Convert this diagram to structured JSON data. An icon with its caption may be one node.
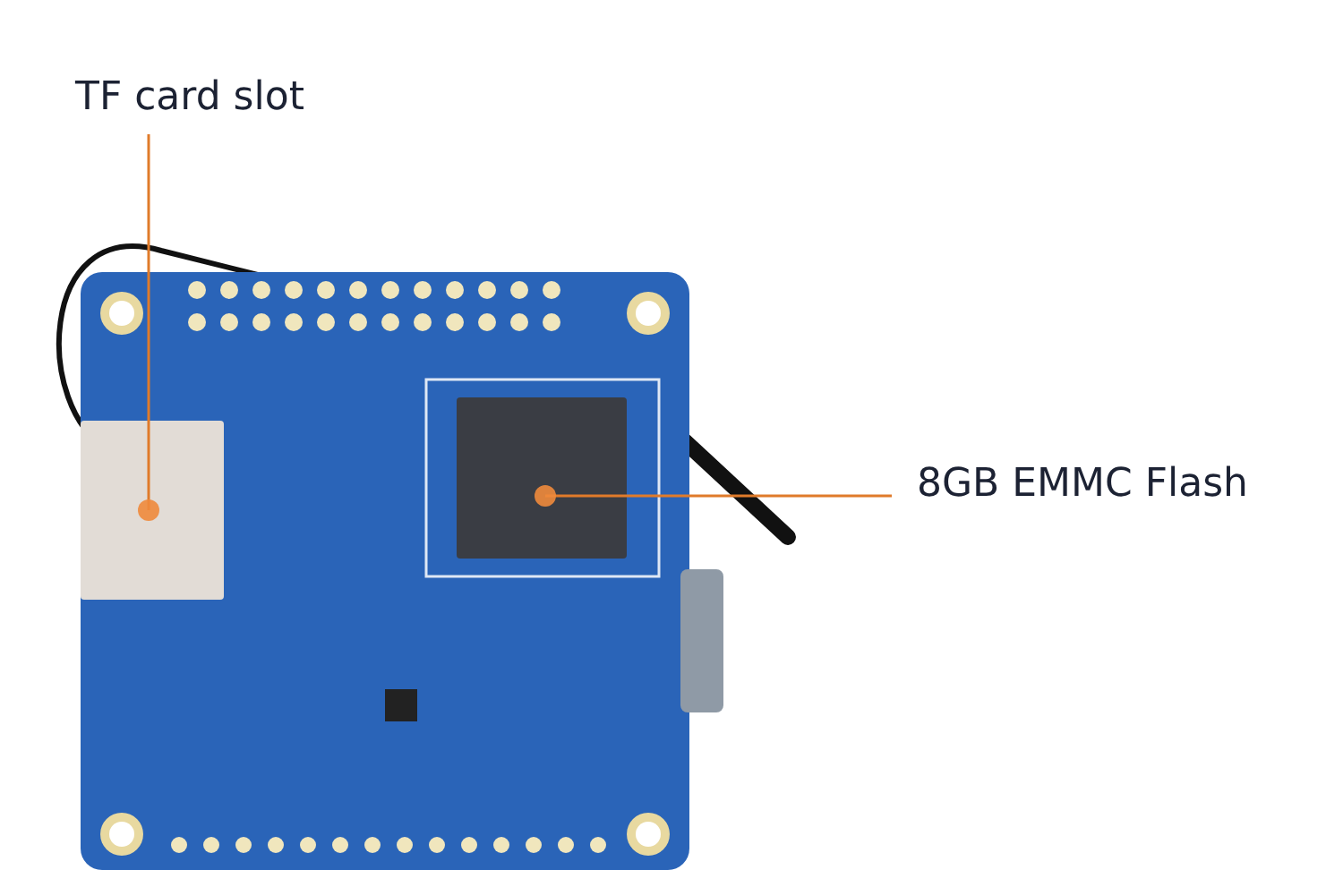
{
  "diagram": {
    "nodes": [
      {
        "text": [
          "TF card slot"
        ]
      },
      {
        "text": [],
        "shape": "box"
      },
      {
        "text": [
          "8GB EMMC Flash"
        ]
      },
      {
        "text": [],
        "shape": "box"
      }
    ],
    "edges": [
      {
        "from": 0,
        "to": 1,
        "arrow": "other"
      },
      {
        "from": 2,
        "to": 3,
        "arrow": "other"
      }
    ]
  }
}
